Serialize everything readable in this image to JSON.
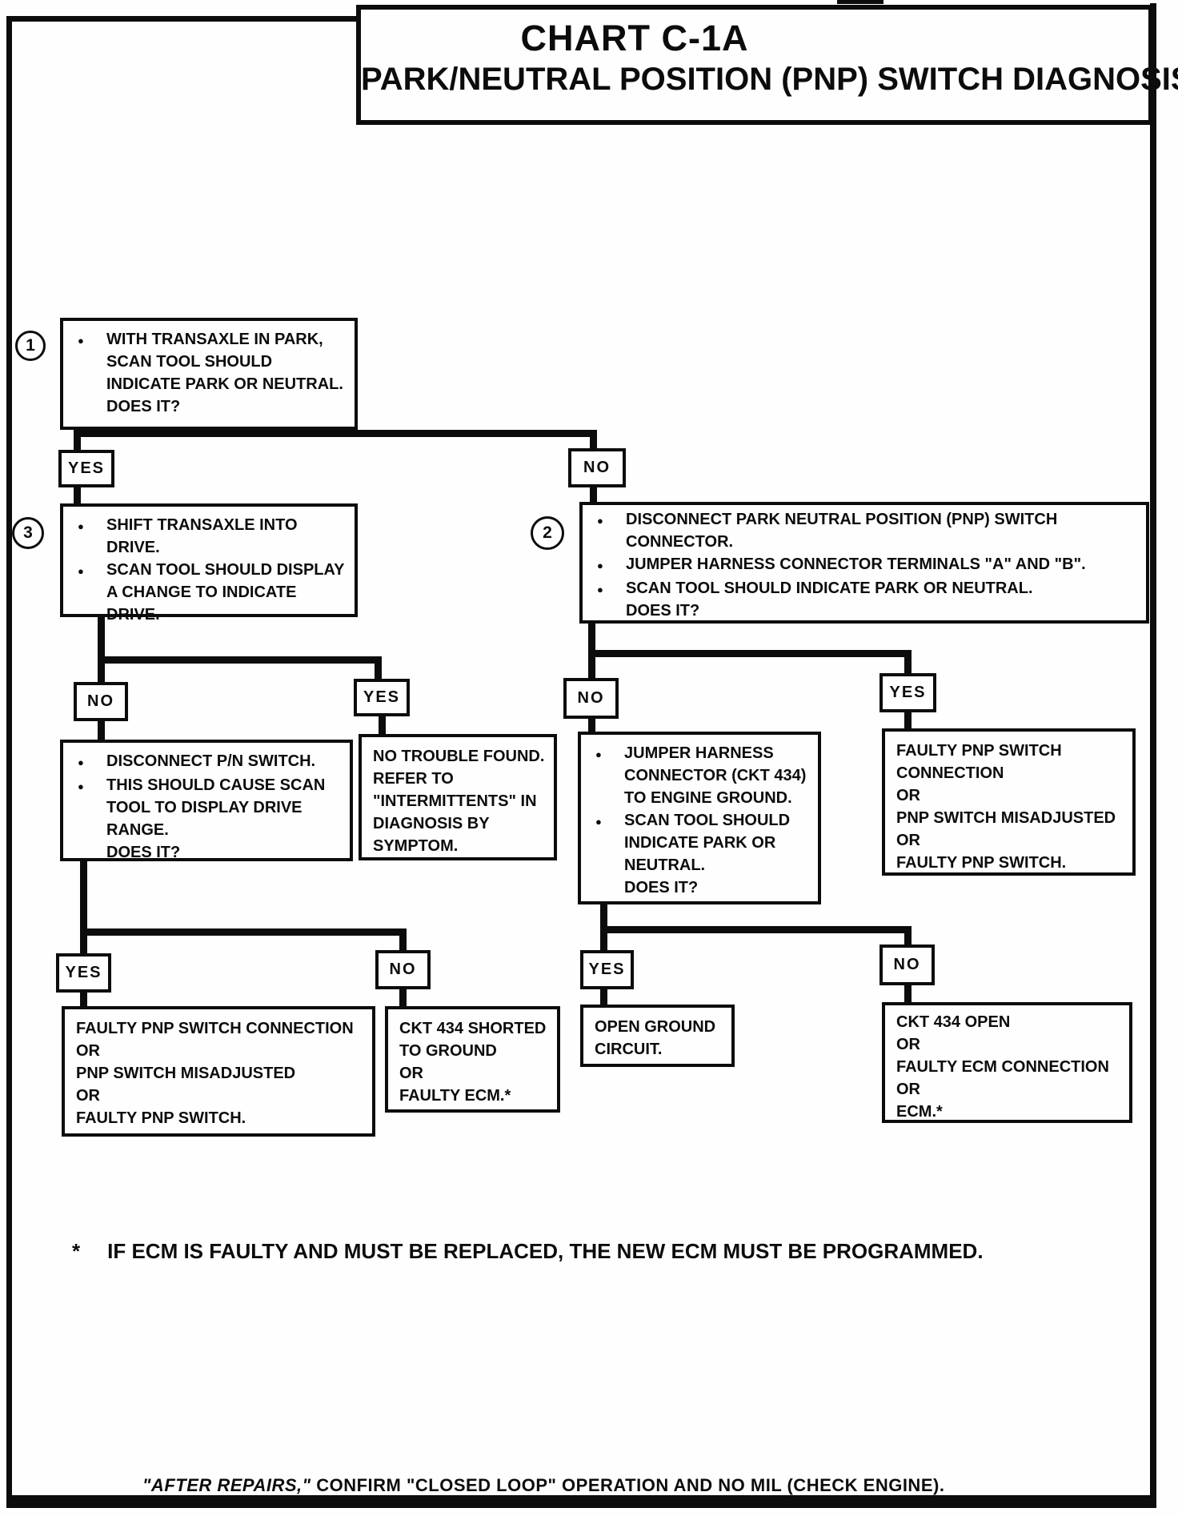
{
  "page": {
    "title_line1": "CHART C-1A",
    "title_line2": "PARK/NEUTRAL POSITION (PNP) SWITCH DIAGNOSIS",
    "footnote_star": "*",
    "footnote": "IF ECM IS FAULTY AND MUST BE REPLACED, THE NEW ECM MUST BE PROGRAMMED.",
    "bottom_note_italic": "\"AFTER REPAIRS,\"",
    "bottom_note_rest": " CONFIRM \"CLOSED LOOP\" OPERATION AND NO MIL (CHECK ENGINE)."
  },
  "colors": {
    "ink": "#0c0c0c",
    "paper": "#fefefe"
  },
  "labels": {
    "yes": "YES",
    "no": "NO"
  },
  "glyphs": {
    "bullet": "●"
  },
  "nodes": {
    "step1": {
      "number": "1",
      "items": [
        {
          "lines": [
            "WITH TRANSAXLE IN PARK,",
            "SCAN TOOL SHOULD",
            "INDICATE PARK OR NEUTRAL.",
            "DOES IT?"
          ]
        }
      ]
    },
    "step3": {
      "number": "3",
      "items": [
        {
          "lines": [
            "SHIFT TRANSAXLE INTO DRIVE."
          ]
        },
        {
          "lines": [
            "SCAN TOOL SHOULD DISPLAY",
            "A CHANGE TO INDICATE",
            "DRIVE."
          ]
        }
      ]
    },
    "step2": {
      "number": "2",
      "items": [
        {
          "lines": [
            "DISCONNECT PARK NEUTRAL POSITION (PNP) SWITCH",
            "CONNECTOR."
          ]
        },
        {
          "lines": [
            "JUMPER HARNESS CONNECTOR TERMINALS \"A\" AND \"B\"."
          ]
        },
        {
          "lines": [
            "SCAN TOOL SHOULD INDICATE PARK OR NEUTRAL.",
            "DOES IT?"
          ]
        }
      ]
    },
    "disconnect_pn": {
      "items": [
        {
          "lines": [
            "DISCONNECT P/N SWITCH."
          ]
        },
        {
          "lines": [
            "THIS SHOULD CAUSE SCAN",
            "TOOL TO DISPLAY DRIVE",
            "RANGE.",
            "DOES IT?"
          ]
        }
      ]
    },
    "no_trouble": {
      "lines": [
        "NO TROUBLE FOUND.",
        "REFER TO",
        "\"INTERMITTENTS\" IN",
        "DIAGNOSIS BY",
        "SYMPTOM."
      ]
    },
    "jumper_ground": {
      "items": [
        {
          "lines": [
            "JUMPER HARNESS",
            "CONNECTOR (CKT 434)",
            "TO ENGINE GROUND."
          ]
        },
        {
          "lines": [
            "SCAN TOOL SHOULD",
            "INDICATE PARK OR",
            "NEUTRAL.",
            "DOES IT?"
          ]
        }
      ]
    },
    "faulty_pnp_right": {
      "lines": [
        "FAULTY PNP SWITCH",
        "CONNECTION",
        "OR",
        "PNP SWITCH MISADJUSTED",
        "OR",
        "FAULTY PNP SWITCH."
      ]
    },
    "faulty_pnp_left": {
      "lines": [
        "FAULTY PNP SWITCH CONNECTION",
        "OR",
        "PNP SWITCH MISADJUSTED",
        "OR",
        "FAULTY PNP SWITCH."
      ]
    },
    "ckt434_shorted": {
      "lines": [
        "CKT 434 SHORTED",
        "TO GROUND",
        "OR",
        "FAULTY ECM.*"
      ]
    },
    "open_ground": {
      "lines": [
        "OPEN GROUND",
        "CIRCUIT."
      ]
    },
    "ckt434_open": {
      "lines": [
        "CKT 434 OPEN",
        "OR",
        "FAULTY ECM CONNECTION",
        "OR",
        "ECM.*"
      ]
    }
  }
}
